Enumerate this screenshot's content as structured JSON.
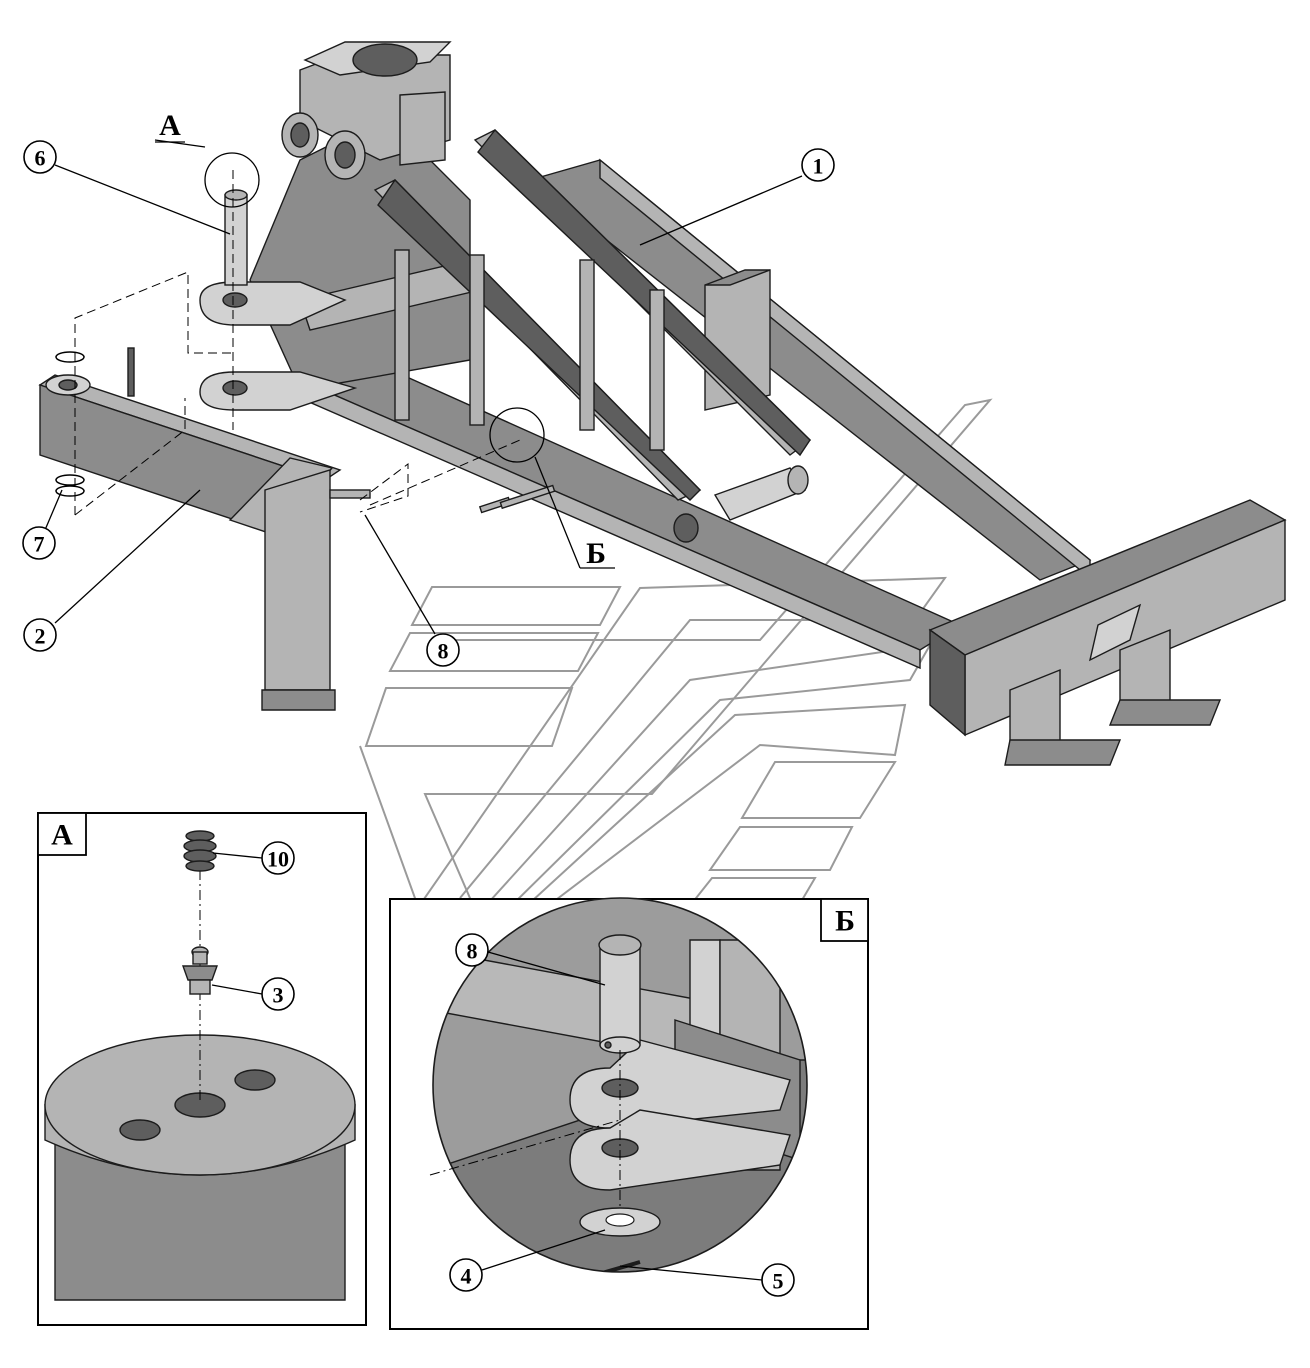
{
  "views": {
    "a": {
      "label": "А"
    },
    "b": {
      "label": "Б"
    }
  },
  "callouts": {
    "c1": "1",
    "c2": "2",
    "c6": "6",
    "c7": "7",
    "c8": "8",
    "a10": "10",
    "a3": "3",
    "b8": "8",
    "b4": "4",
    "b5": "5"
  },
  "colors": {
    "line": "#000000",
    "steel": "#8c8c8c",
    "watermark": "#9a9a9a",
    "background": "#ffffff"
  }
}
